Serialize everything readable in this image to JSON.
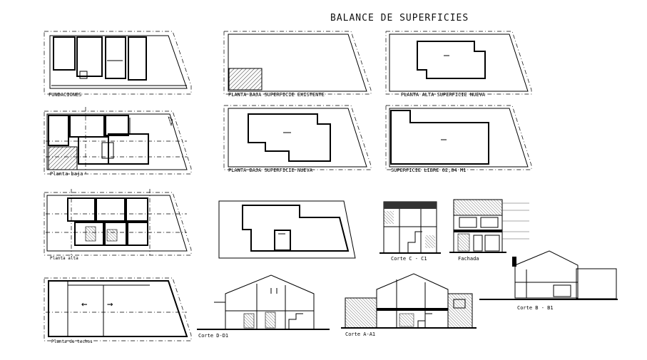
{
  "sheet": {
    "title": "BALANCE DE SUPERFICIES"
  },
  "labels": {
    "fundaciones": "FUNDACIONES",
    "planta_baja_existente": "PLANTA BAJA SUPERFICIE EXISTENTE",
    "planta_alta_nueva": "PLANTA ALTA SUPERFICIE NUEVA",
    "planta_baja": "Planta baja",
    "planta_baja_nueva": "PLANTA BAJA SUPERFICIE NUEVA",
    "superficie_libre": "SUPERFICIE LIBRE 62,84 M1",
    "planta_alta": "Planta alta",
    "corte_c": "Corte C - C1",
    "fachada": "Fachada",
    "corte_b": "Corte B - B1",
    "planta_techos": "Planta de techos",
    "corte_d": "Corte D-D1",
    "corte_a": "Corte A-A1"
  },
  "arrows": {
    "left": "←",
    "right": "→"
  }
}
